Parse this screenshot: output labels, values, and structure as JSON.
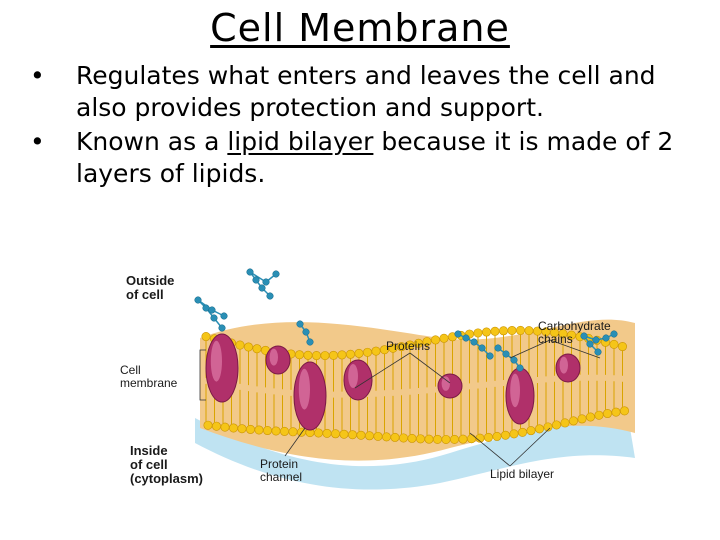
{
  "title": "Cell Membrane",
  "bullets": [
    {
      "marker": "•",
      "before": "Regulates what enters and leaves the cell and also provides protection and support.",
      "underlined": "",
      "after": ""
    },
    {
      "marker": "•",
      "before": "Known as a ",
      "underlined": "lipid bilayer",
      "after": " because it is made of 2 layers of lipids."
    }
  ],
  "diagram": {
    "labels": {
      "outside": "Outside\nof cell",
      "membrane": "Cell\nmembrane",
      "inside": "Inside\nof cell\n(cytoplasm)",
      "proteins": "Proteins",
      "carbohydrate": "Carbohydrate\nchains",
      "protein_channel": "Protein\nchannel",
      "lipid_bilayer": "Lipid bilayer"
    },
    "colors": {
      "band": "#f2c98a",
      "lipid_head": "#f5c518",
      "lipid_tail": "#d9a400",
      "protein": "#b0306a",
      "protein_light": "#e07aa8",
      "chain": "#2a8fb5",
      "shadow": "#bfe3f2"
    }
  }
}
